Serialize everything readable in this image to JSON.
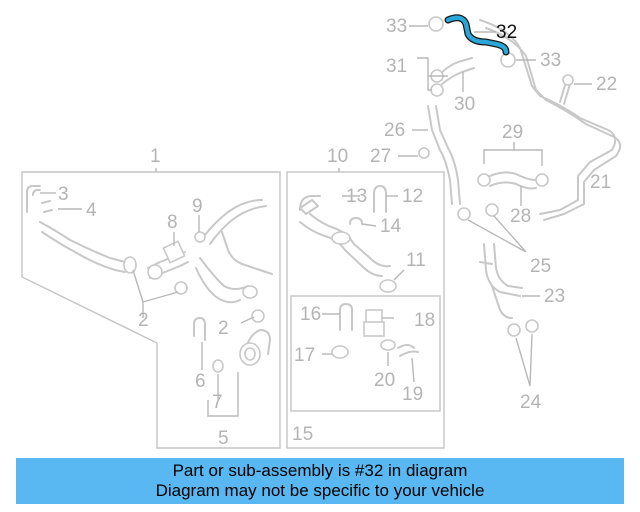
{
  "diagram": {
    "highlight_part": "32",
    "highlight_color": "#2aa6d8",
    "callouts": [
      "1",
      "2",
      "2",
      "3",
      "4",
      "5",
      "6",
      "7",
      "8",
      "9",
      "10",
      "11",
      "12",
      "13",
      "14",
      "15",
      "16",
      "17",
      "18",
      "19",
      "20",
      "21",
      "22",
      "23",
      "24",
      "25",
      "26",
      "27",
      "28",
      "29",
      "30",
      "31",
      "32",
      "33",
      "33"
    ]
  },
  "banner": {
    "line1": "Part or sub-assembly is #32 in diagram",
    "line2": "Diagram may not be specific to your vehicle",
    "color": "#59b8f2"
  }
}
